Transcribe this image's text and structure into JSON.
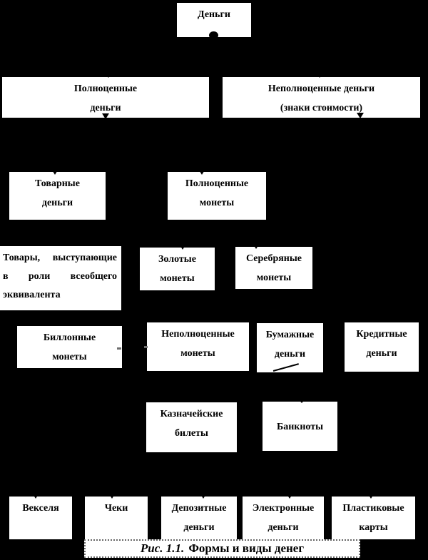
{
  "colors": {
    "background": "#000000",
    "box_fill": "#ffffff",
    "box_text": "#000000",
    "caption_border": "#666666"
  },
  "chart_title": "Формы и виды денег",
  "nodes": {
    "money": {
      "lines": [
        "Деньги"
      ]
    },
    "full_value_money": {
      "lines": [
        "Полноценные",
        "деньги"
      ]
    },
    "inferior_money": {
      "lines": [
        "Неполноценные деньги",
        "(знаки стоимости)"
      ]
    },
    "commodity_money": {
      "lines": [
        "Товарные",
        "деньги"
      ]
    },
    "full_value_coins": {
      "lines": [
        "Полноценные",
        "монеты"
      ]
    },
    "commodity_equivalent": {
      "words": [
        "Товары,",
        "выступающие",
        "в",
        "роли",
        "всеобщего",
        "эквивалента"
      ]
    },
    "gold_coins": {
      "lines": [
        "Золотые",
        "монеты"
      ]
    },
    "silver_coins": {
      "lines": [
        "Серебряные",
        "монеты"
      ]
    },
    "billon_coins": {
      "lines": [
        "Биллонные",
        "монеты"
      ]
    },
    "inferior_coins": {
      "lines": [
        "Неполноценные",
        "монеты"
      ]
    },
    "paper_money": {
      "lines": [
        "Бумажные",
        "деньги"
      ]
    },
    "credit_money": {
      "lines": [
        "Кредитные",
        "деньги"
      ]
    },
    "treasury_notes": {
      "lines": [
        "Казначейские",
        "билеты"
      ]
    },
    "banknotes": {
      "lines": [
        "Банкноты"
      ]
    },
    "bills_of_exchange": {
      "lines": [
        "Векселя"
      ]
    },
    "checks": {
      "lines": [
        "Чеки"
      ]
    },
    "deposit_money": {
      "lines": [
        "Депозитные",
        "деньги"
      ]
    },
    "electronic_money": {
      "lines": [
        "Электронные",
        "деньги"
      ]
    },
    "plastic_cards": {
      "lines": [
        "Пластиковые",
        "карты"
      ]
    }
  },
  "caption": {
    "figure_label": "Рис. 1.1.",
    "text": "Формы и виды денег"
  }
}
